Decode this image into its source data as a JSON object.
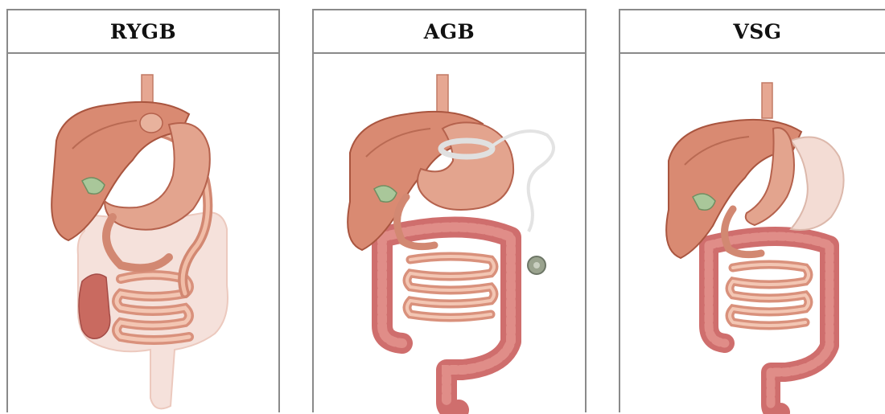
{
  "panels": [
    {
      "title": "RYGB",
      "illustration": "roux-en-y-gastric-bypass-anatomy"
    },
    {
      "title": "AGB",
      "illustration": "adjustable-gastric-band-anatomy"
    },
    {
      "title": "VSG",
      "illustration": "vertical-sleeve-gastrectomy-anatomy"
    }
  ],
  "colors": {
    "organ": "#d98a72",
    "organ_light": "#f0c2ae",
    "organ_dark": "#b5624d",
    "colon": "#d77c7c",
    "colon_dark": "#b85a5e",
    "bypassed": "#f4ddd6",
    "gallbladder": "#a9c79a",
    "band_tube": "#e3e3e3",
    "border": "#8a8a8a"
  }
}
